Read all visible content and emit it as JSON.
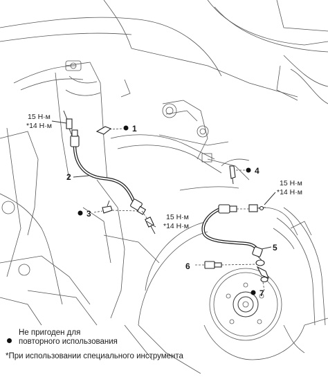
{
  "diagram": {
    "torque_upper_left": {
      "value": "15 Н·м",
      "special": "*14 Н·м"
    },
    "torque_mid": {
      "value": "15 Н·м",
      "special": "*14 Н·м"
    },
    "torque_right": {
      "value": "15 Н·м",
      "special": "*14 Н·м"
    },
    "callouts": [
      "1",
      "2",
      "3",
      "4",
      "5",
      "6",
      "7"
    ]
  },
  "legend": {
    "dot_text": "Не пригоден для\nповторного использования",
    "note": "*При использовании специального инструмента"
  }
}
